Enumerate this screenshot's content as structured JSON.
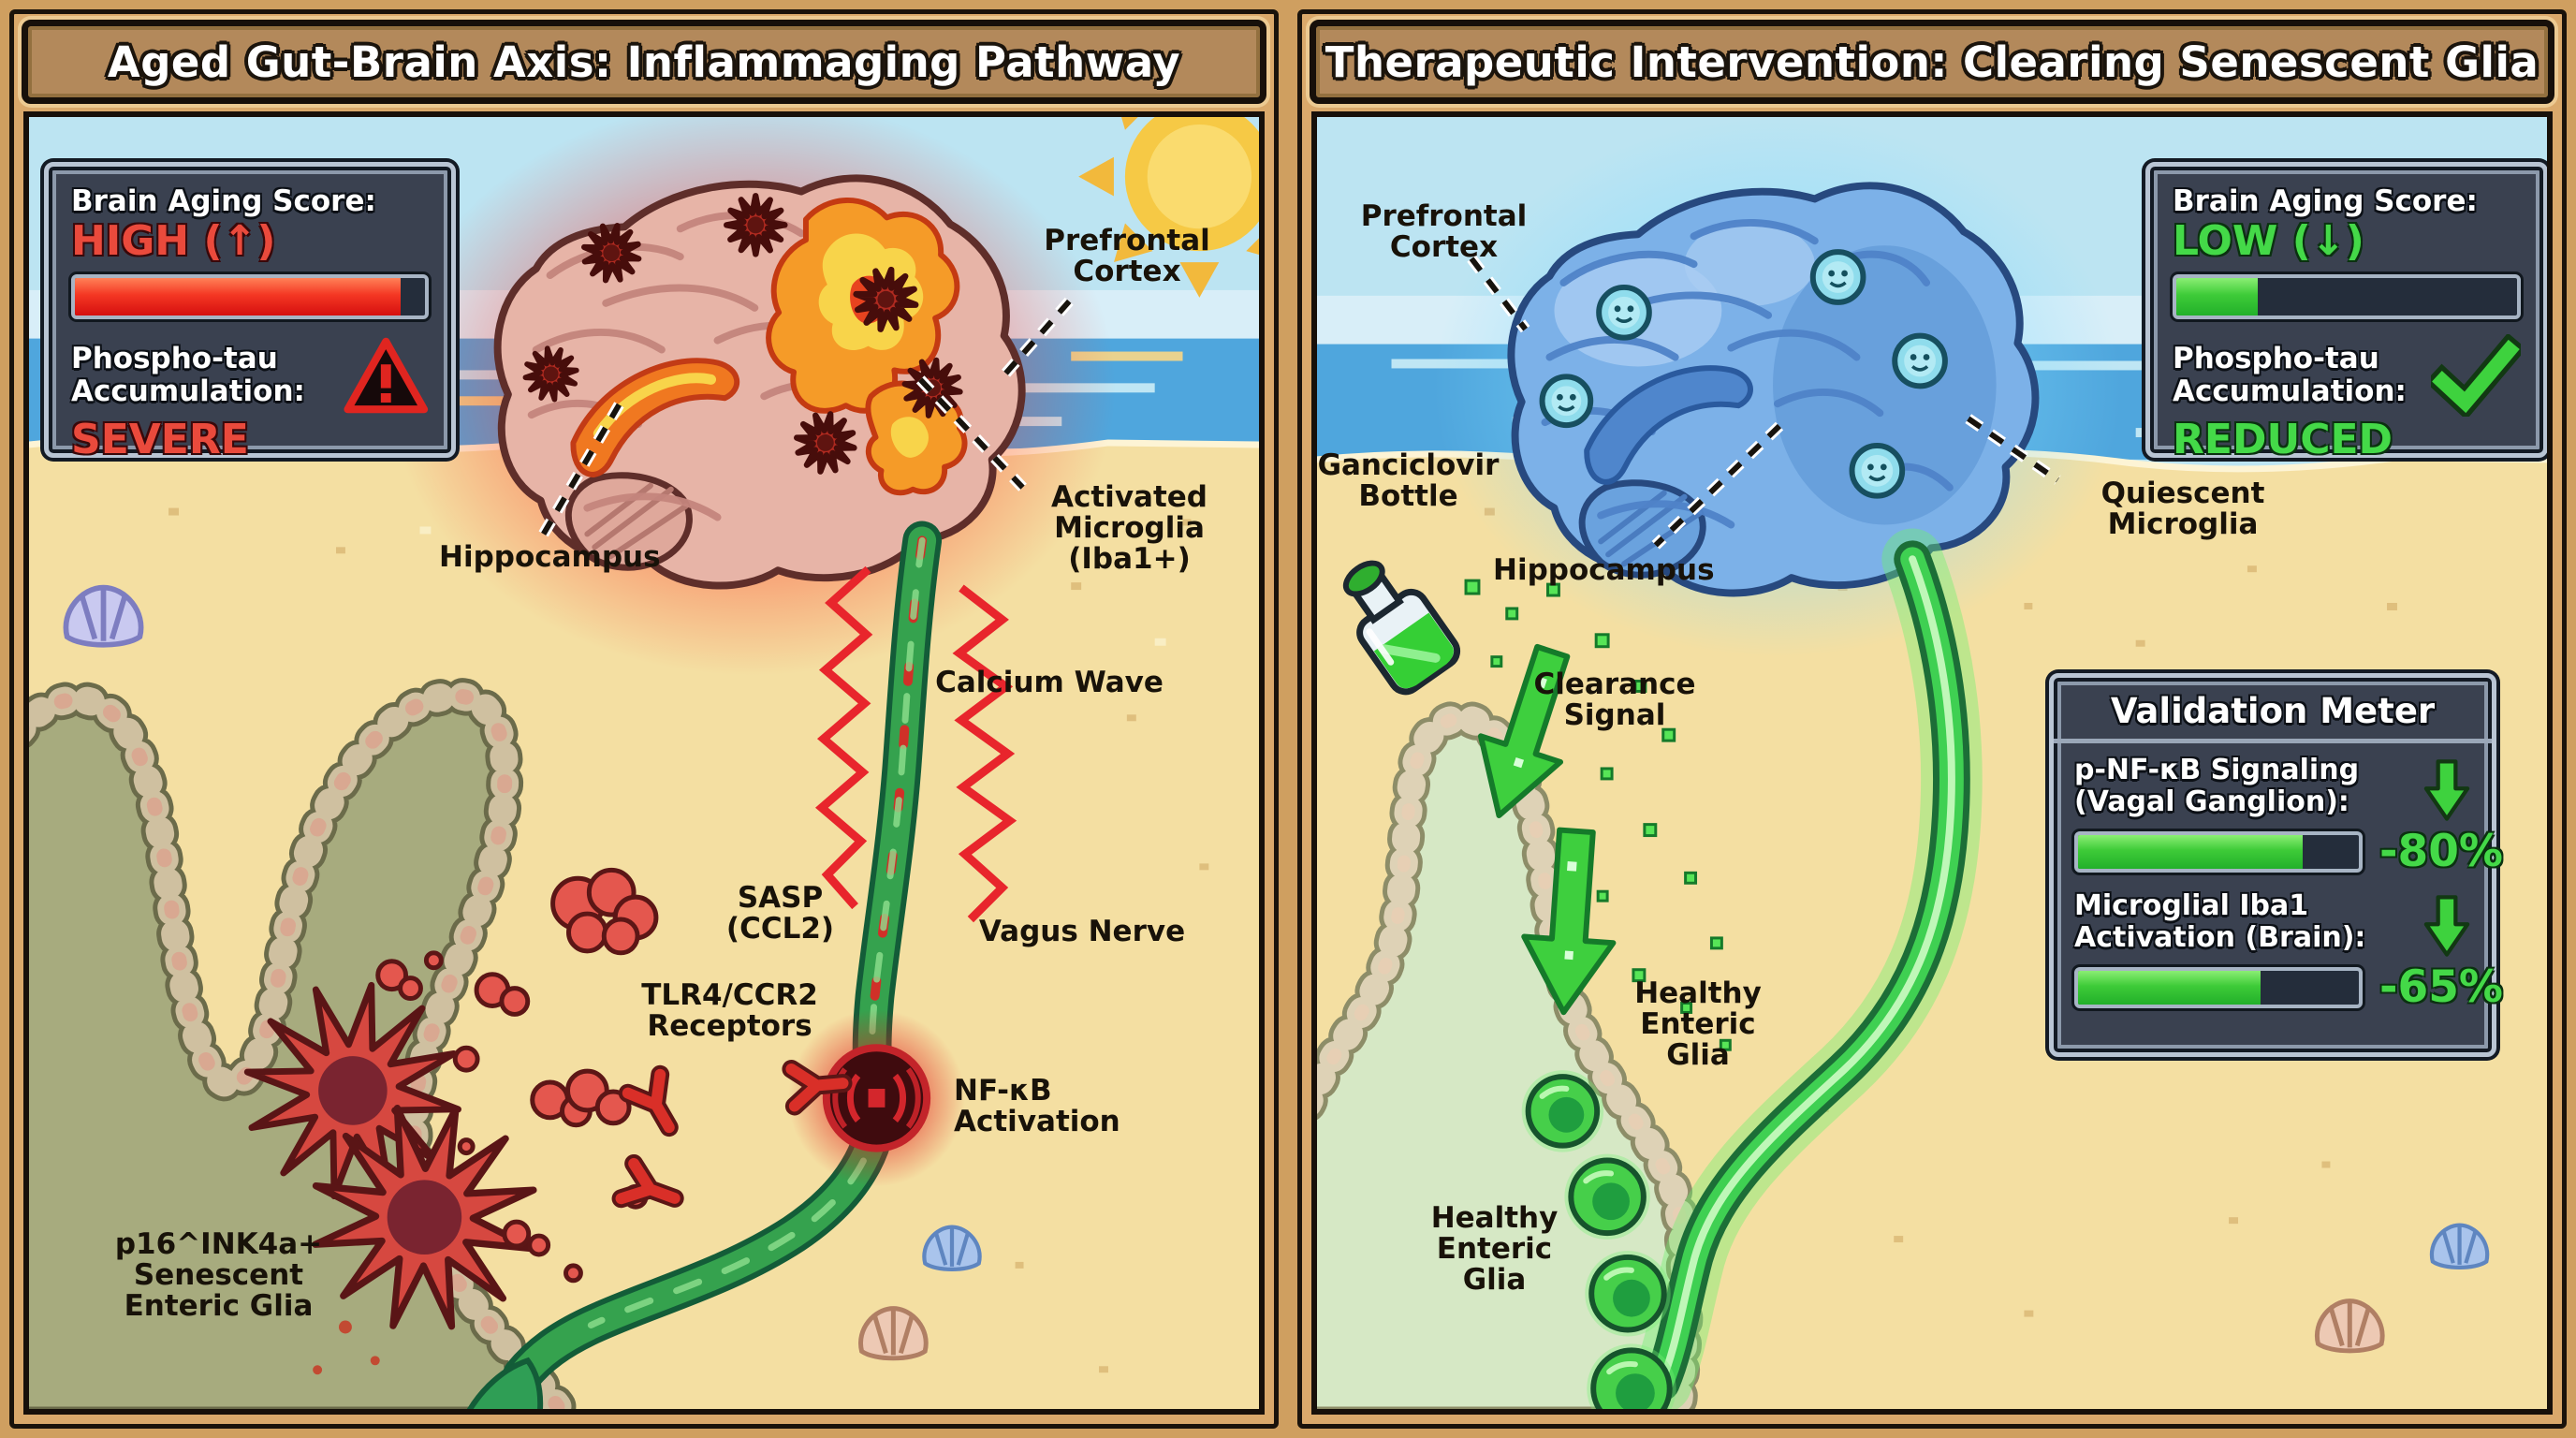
{
  "left_panel": {
    "title": "Aged Gut-Brain Axis: Inflammaging Pathway",
    "status": {
      "brain_aging_label": "Brain Aging Score:",
      "brain_aging_value": "HIGH (↑)",
      "brain_aging_bar_pct": 93,
      "phospho_label": "Phospho-tau Accumulation:",
      "phospho_value": "SEVERE",
      "warning_icon": "warning-triangle"
    },
    "labels": {
      "prefrontal_cortex": "Prefrontal\nCortex",
      "hippocampus": "Hippocampus",
      "activated_microglia": "Activated\nMicroglia\n(Iba1+)",
      "calcium_wave": "Calcium Wave",
      "vagus_nerve": "Vagus Nerve",
      "sasp": "SASP\n(CCL2)",
      "tlr4_ccr2": "TLR4/CCR2\nReceptors",
      "nfkb": "NF-κB\nActivation",
      "p16_glia": "p16^INK4a+\nSenescent\nEnteric Glia"
    }
  },
  "right_panel": {
    "title": "Therapeutic Intervention: Clearing Senescent Glia",
    "status": {
      "brain_aging_label": "Brain Aging Score:",
      "brain_aging_value": "LOW (↓)",
      "brain_aging_bar_pct": 24,
      "phospho_label": "Phospho-tau Accumulation:",
      "phospho_value": "REDUCED",
      "check_icon": "check-mark"
    },
    "labels": {
      "prefrontal_cortex": "Prefrontal\nCortex",
      "ganciclovir_bottle": "Ganciclovir\nBottle",
      "hippocampus": "Hippocampus",
      "quiescent_microglia": "Quiescent\nMicroglia",
      "clearance_signal": "Clearance\nSignal",
      "healthy_enteric_glia_right": "Healthy\nEnteric\nGlia",
      "healthy_enteric_glia_left": "Healthy\nEnteric\nGlia"
    },
    "validation_meter": {
      "title": "Validation Meter",
      "metrics": [
        {
          "label": "p-NF-κB Signaling\n(Vagal Ganglion):",
          "value": "-80%",
          "bar_pct": 80,
          "trend_icon": "down-arrow"
        },
        {
          "label": "Microglial Iba1\nActivation (Brain):",
          "value": "-65%",
          "bar_pct": 65,
          "trend_icon": "down-arrow"
        }
      ]
    }
  },
  "colors": {
    "danger_red": "#ea4a3c",
    "success_green": "#44d948",
    "panel_dark": "#3a4150",
    "frame_tan": "#daa96b",
    "sand": "#f4dfa2",
    "ocean": "#4fa6dd",
    "sky": "#bce4f2"
  }
}
